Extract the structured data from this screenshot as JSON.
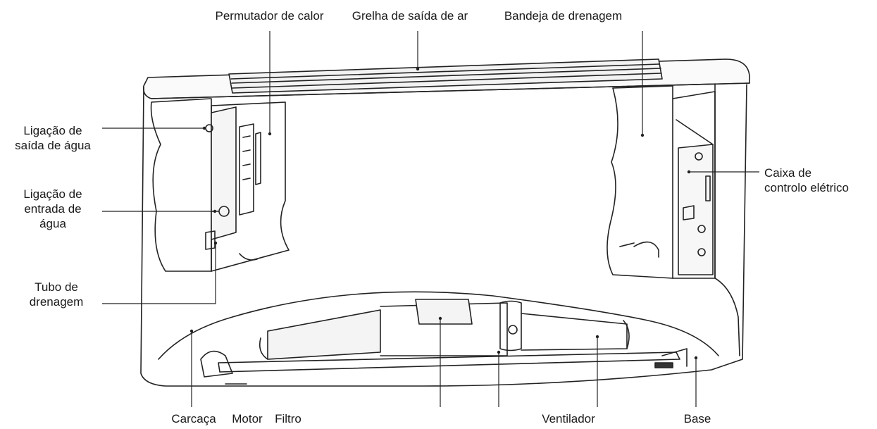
{
  "labels": {
    "heat_exchanger": "Permutador de calor",
    "air_outlet_grille": "Grelha de saída de ar",
    "drain_pan": "Bandeja de drenagem",
    "water_outlet": "Ligação de\nsaída de água",
    "water_inlet": "Ligação de\nentrada de\nágua",
    "drain_pipe": "Tubo de\ndrenagem",
    "electric_box": "Caixa de\ncontrolo elétrico",
    "casing": "Carcaça",
    "motor": "Motor",
    "filter": "Filtro",
    "fan": "Ventilador",
    "base": "Base"
  }
}
